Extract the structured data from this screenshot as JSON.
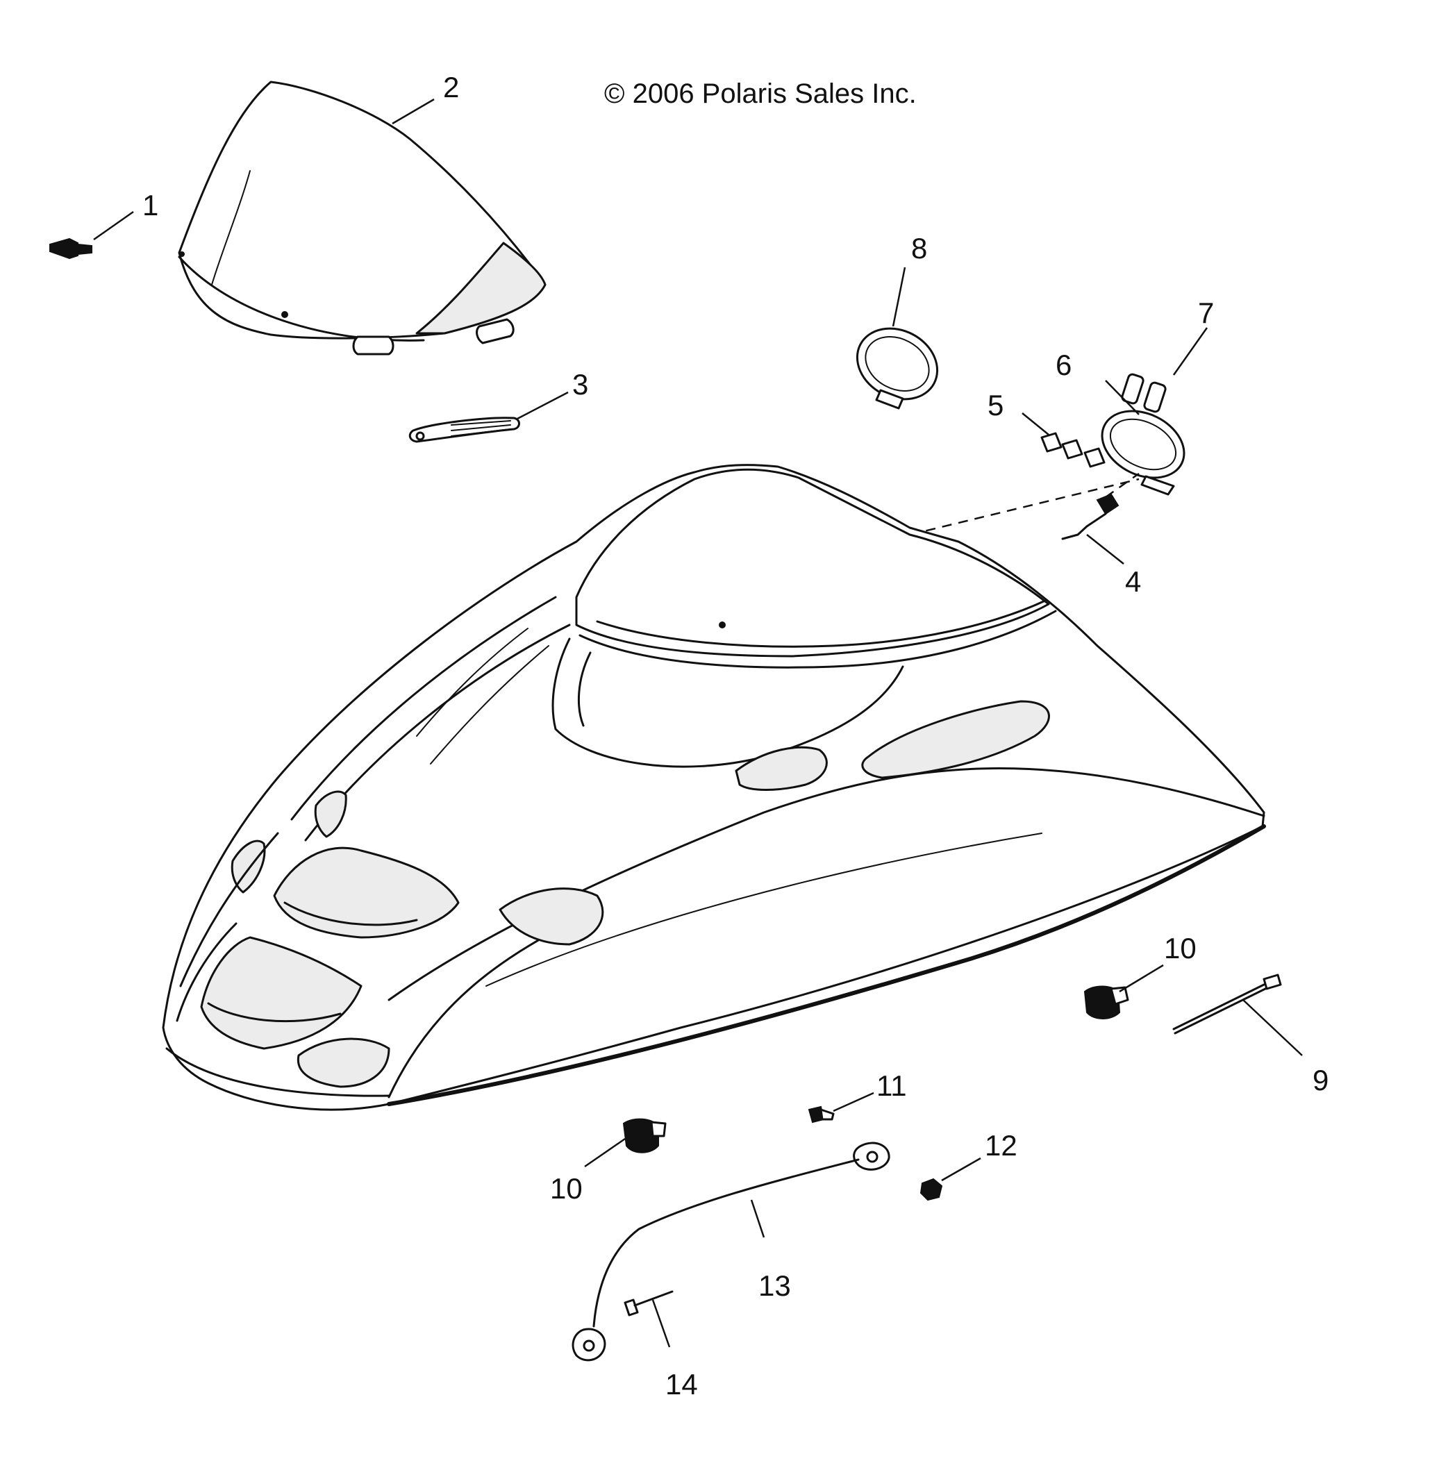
{
  "copyright": "© 2006 Polaris Sales Inc.",
  "callouts": {
    "c1": "1",
    "c2": "2",
    "c3": "3",
    "c4": "4",
    "c5": "5",
    "c6": "6",
    "c7": "7",
    "c8": "8",
    "c9": "9",
    "c10a": "10",
    "c10b": "10",
    "c11": "11",
    "c12": "12",
    "c13": "13",
    "c14": "14"
  }
}
